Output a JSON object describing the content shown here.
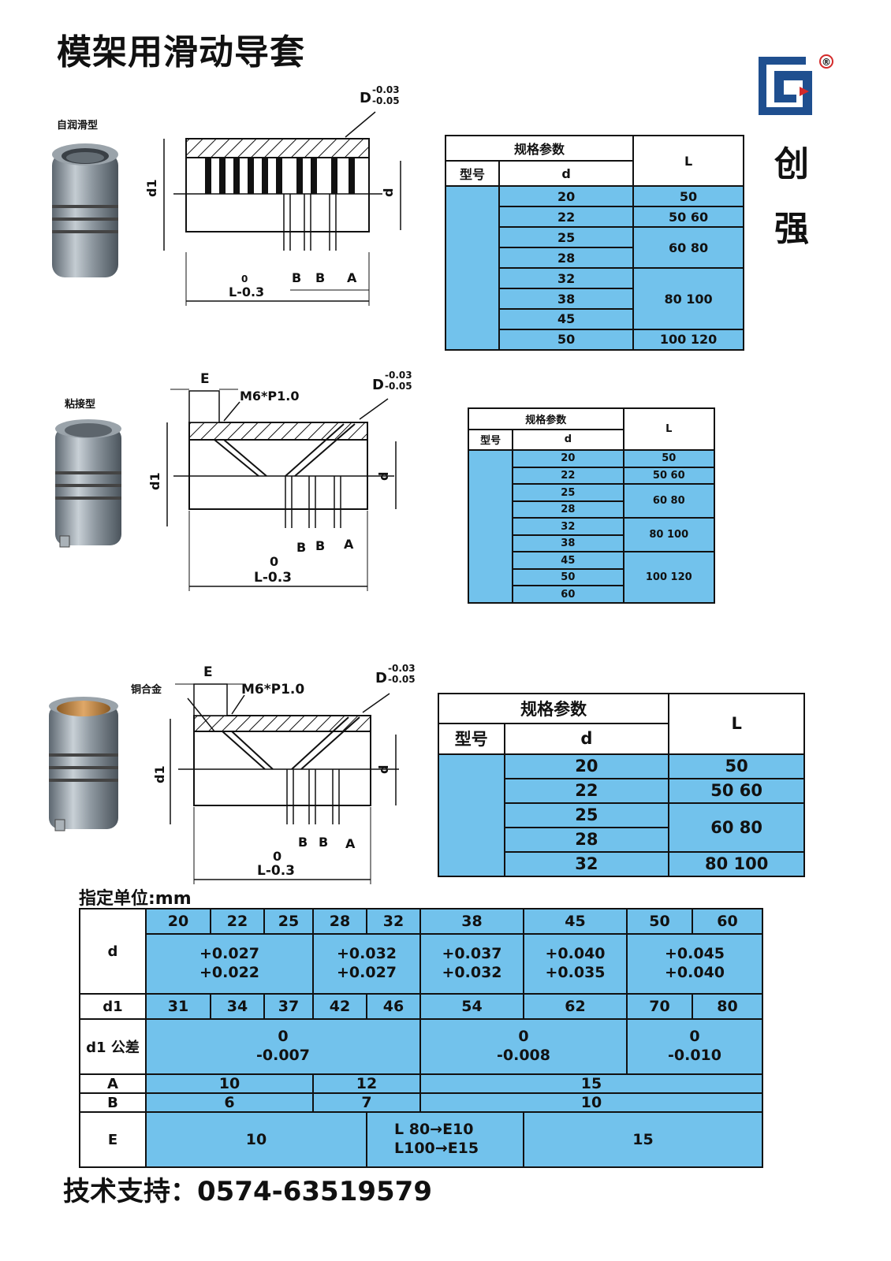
{
  "title": "模架用滑动导套",
  "brand": {
    "name_1": "创",
    "name_2": "强",
    "registered": "®"
  },
  "sections": [
    {
      "label": "自润滑型",
      "drawing": {
        "D_dim": "D",
        "D_tol_upper": "-0.03",
        "D_tol_lower": "-0.05",
        "d1": "d1",
        "d": "d",
        "L_zero": "0",
        "L": "L-0.3",
        "B": "B",
        "A": "A"
      },
      "table": {
        "header_spec": "规格参数",
        "header_model": "型号",
        "header_d": "d",
        "header_L": "L",
        "d_values": [
          "20",
          "22",
          "25",
          "28",
          "32",
          "38",
          "45",
          "50"
        ],
        "L_groups": [
          {
            "label": "50",
            "rows": 1
          },
          {
            "label": "50 60",
            "rows": 1
          },
          {
            "label": "60 80",
            "rows": 2
          },
          {
            "label": "80 100",
            "rows": 3
          },
          {
            "label": "100 120",
            "rows": 1
          }
        ]
      }
    },
    {
      "label": "粘接型",
      "drawing": {
        "E": "E",
        "thread": "M6*P1.0",
        "D_dim": "D",
        "D_tol_upper": "-0.03",
        "D_tol_lower": "-0.05",
        "d1": "d1",
        "d": "d",
        "L_zero": "0",
        "L": "L-0.3",
        "B": "B",
        "A": "A"
      },
      "table": {
        "header_spec": "规格参数",
        "header_model": "型号",
        "header_d": "d",
        "header_L": "L",
        "d_values": [
          "20",
          "22",
          "25",
          "28",
          "32",
          "38",
          "45",
          "50",
          "60"
        ],
        "L_groups": [
          {
            "label": "50",
            "rows": 1
          },
          {
            "label": "50 60",
            "rows": 1
          },
          {
            "label": "60 80",
            "rows": 2
          },
          {
            "label": "80 100",
            "rows": 2
          },
          {
            "label": "100 120",
            "rows": 3
          }
        ]
      }
    },
    {
      "label": "铜合金",
      "drawing": {
        "E": "E",
        "thread": "M6*P1.0",
        "D_dim": "D",
        "D_tol_upper": "-0.03",
        "D_tol_lower": "-0.05",
        "d1": "d1",
        "d": "d",
        "L_zero": "0",
        "L": "L-0.3",
        "B": "B",
        "A": "A"
      },
      "table": {
        "header_spec": "规格参数",
        "header_model": "型号",
        "header_d": "d",
        "header_L": "L",
        "d_values": [
          "20",
          "22",
          "25",
          "28",
          "32"
        ],
        "L_groups": [
          {
            "label": "50",
            "rows": 1
          },
          {
            "label": "50 60",
            "rows": 1
          },
          {
            "label": "60 80",
            "rows": 2
          },
          {
            "label": "80 100",
            "rows": 1
          }
        ]
      }
    }
  ],
  "unit_label": "指定单位:mm",
  "dimension_table": {
    "d_label": "d",
    "d_values": [
      "20",
      "22",
      "25",
      "28",
      "32",
      "38",
      "45",
      "50",
      "60"
    ],
    "d_tol": [
      "+0.027\n+0.022",
      "+0.032\n+0.027",
      "+0.037\n+0.032",
      "+0.040\n+0.035",
      "+0.045\n+0.040"
    ],
    "d1_label": "d1",
    "d1_values": [
      "31",
      "34",
      "37",
      "42",
      "46",
      "54",
      "62",
      "70",
      "80"
    ],
    "d1_tol_label": "d1 公差",
    "d1_tol": [
      "0\n-0.007",
      "0\n-0.008",
      "0\n-0.010"
    ],
    "A_label": "A",
    "A_values": [
      "10",
      "12",
      "15"
    ],
    "B_label": "B",
    "B_values": [
      "6",
      "7",
      "10"
    ],
    "E_label": "E",
    "E_values": [
      "10",
      "L  80→E10\nL100→E15",
      "15"
    ]
  },
  "footer": "技术支持：0574-63519579",
  "colors": {
    "table_fill": "#72c2ec",
    "steel": "#8a949c",
    "bronze": "#c08a48",
    "logo_blue": "#1f4f8f",
    "logo_red": "#d42a2a"
  }
}
